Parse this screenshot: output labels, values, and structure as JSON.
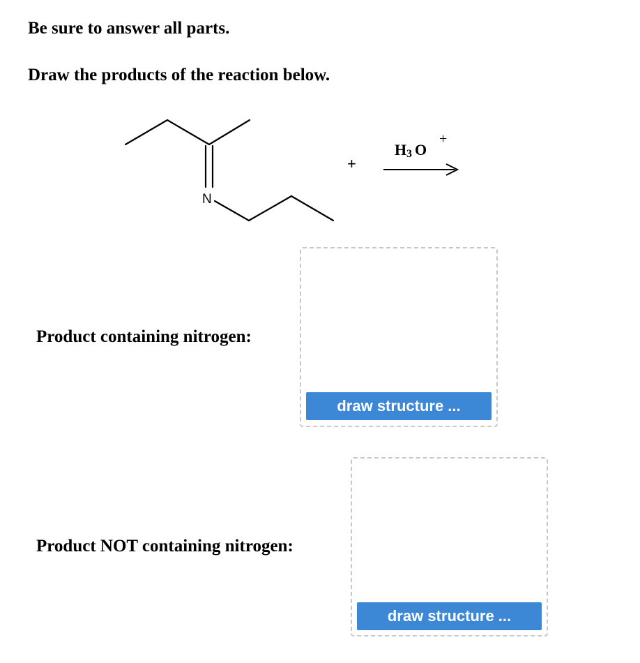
{
  "instructions": {
    "line1": "Be sure to answer all parts.",
    "line2": "Draw the products of the reaction below."
  },
  "reaction": {
    "nitrogen_atom": "N",
    "plus_sign": "+",
    "reagent_main": "H",
    "reagent_subscript": "3",
    "reagent_o": "O",
    "reagent_charge": "+"
  },
  "products": [
    {
      "label": "Product containing nitrogen:",
      "button_label": "draw structure ..."
    },
    {
      "label": "Product NOT containing nitrogen:",
      "button_label": "draw structure ..."
    }
  ],
  "colors": {
    "button": "#3d87d7",
    "dashed_border": "#c8c8c8"
  }
}
